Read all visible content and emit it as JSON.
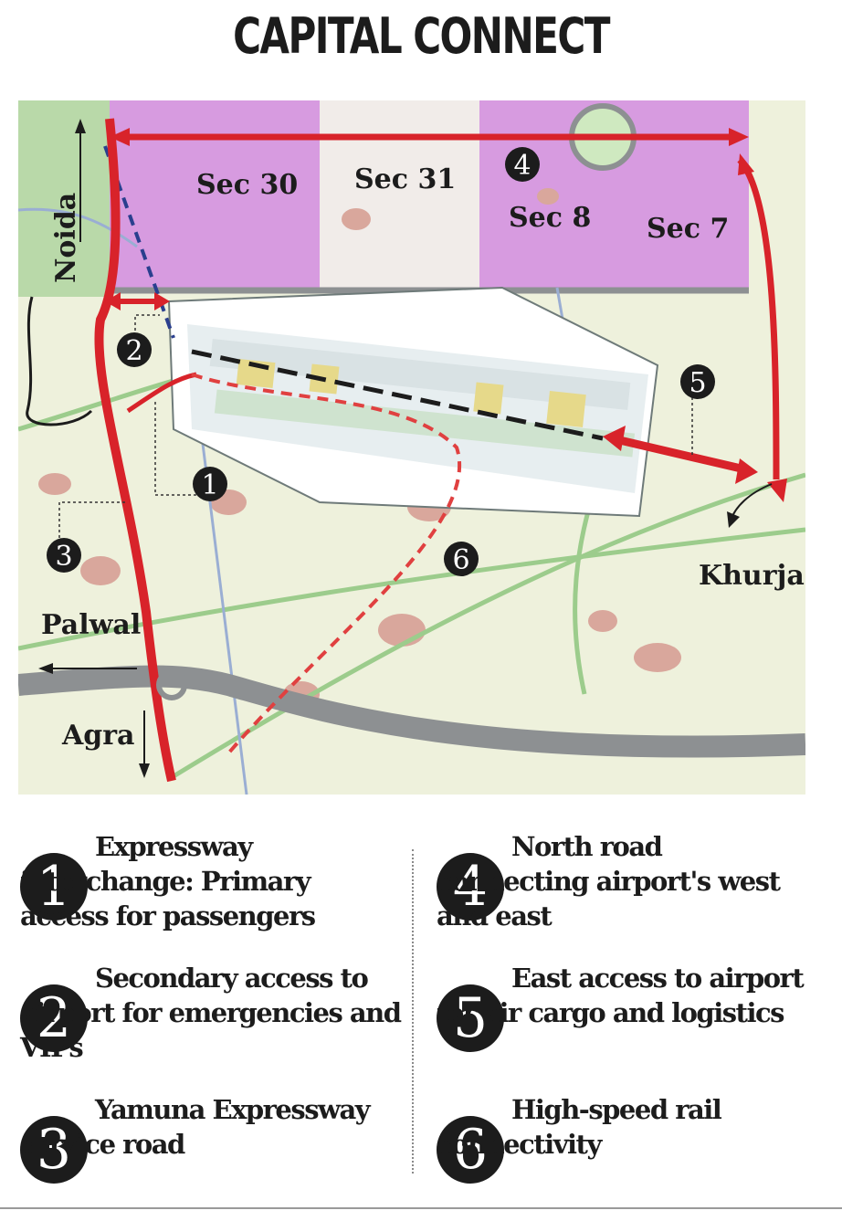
{
  "title": "CAPITAL CONNECT",
  "map": {
    "labels": {
      "sec30": "Sec 30",
      "sec31": "Sec 31",
      "sec8": "Sec 8",
      "sec7": "Sec 7",
      "noida": "Noida",
      "palwal": "Palwal",
      "agra": "Agra",
      "khurja": "Khurja"
    },
    "markers": [
      "1",
      "2",
      "3",
      "4",
      "5",
      "6"
    ],
    "colors": {
      "sector_pink": "#d79be0",
      "sector_white": "#f3eee8",
      "land": "#eef1dc",
      "route_red": "#d8232a",
      "rail_dashed": "#e04040",
      "grey_road": "#8d9092",
      "green_road": "#9ccc8c",
      "blue_road": "#9aaed3"
    }
  },
  "legend": [
    {
      "num": "1",
      "line1": "Expressway",
      "rest": "interchange: Primary access for passengers"
    },
    {
      "num": "2",
      "line1": "Secondary access to",
      "rest": "airport for emergencies and VIPs"
    },
    {
      "num": "3",
      "line1": "Yamuna Expressway",
      "rest": "service road"
    },
    {
      "num": "4",
      "line1": "North road",
      "rest": "connecting airport's west and east"
    },
    {
      "num": "5",
      "line1": "East access to airport",
      "rest": "for air cargo and logistics"
    },
    {
      "num": "6",
      "line1": "High-speed rail",
      "rest": "connectivity"
    }
  ]
}
